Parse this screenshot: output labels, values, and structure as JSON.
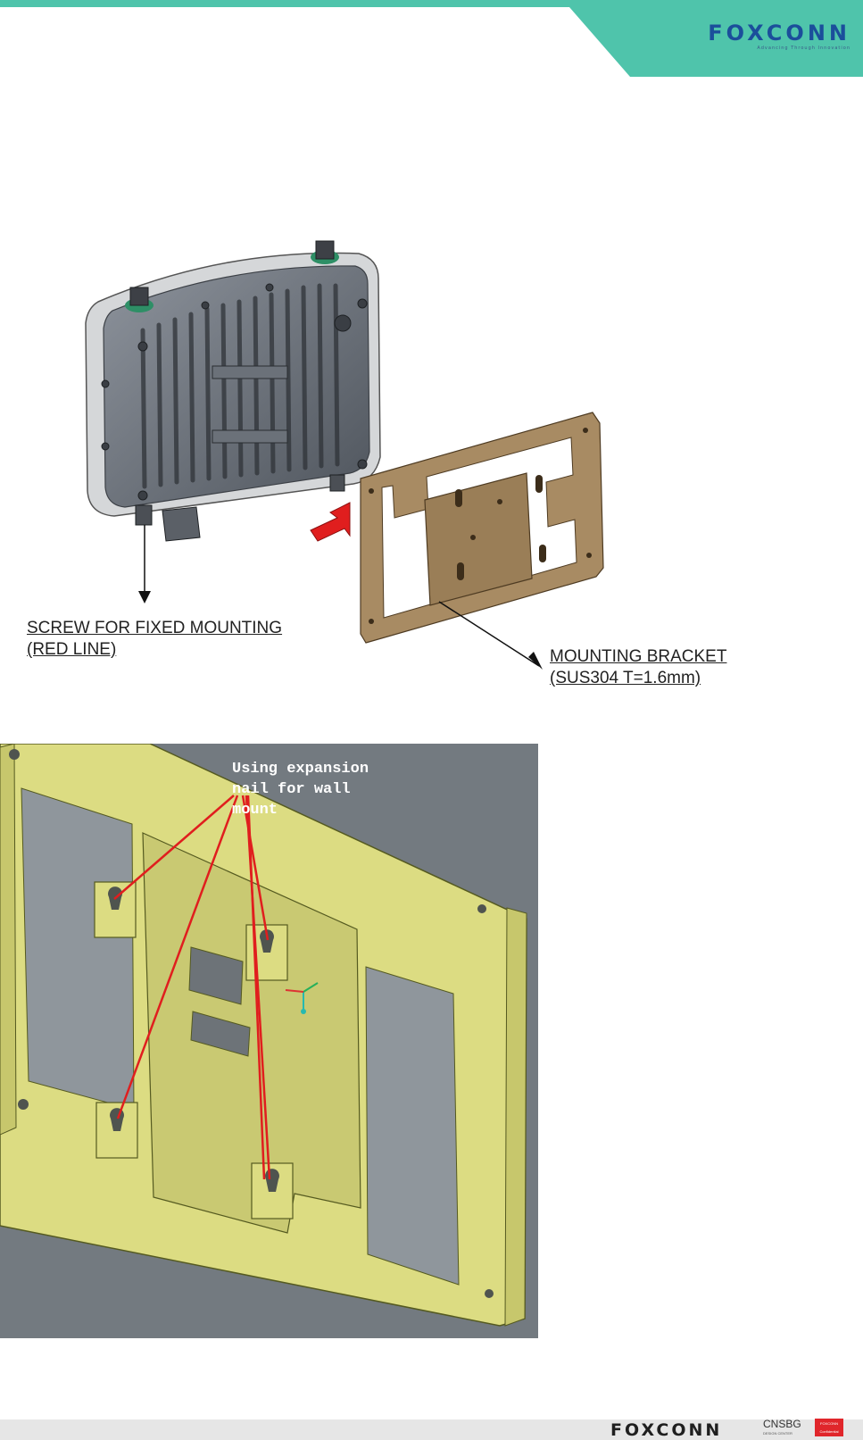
{
  "header": {
    "logo_text": "FOXCONN",
    "logo_tagline": "Advancing Through Innovation",
    "accent_color": "#4fc4ab",
    "brand_color": "#1b4e9b"
  },
  "figure_top": {
    "left_callout": {
      "line1": "SCREW FOR FIXED MOUNTING",
      "line2": "(RED LINE)"
    },
    "right_callout": {
      "line1": "MOUNTING BRACKET",
      "line2": "(SUS304 T=1.6mm)"
    },
    "bracket_color": "#a88b63",
    "arrow_color": "#e01e1e"
  },
  "figure_bottom": {
    "note": {
      "line1": "Using expansion",
      "line2": "nail for wall",
      "line3": "mount"
    },
    "bracket_color": "#dcdc82",
    "background_color": "#737a80",
    "leader_color": "#e01e1e"
  },
  "footer": {
    "logo_text": "FOXCONN",
    "unit_text": "CNSBG",
    "unit_sub": "DESIGN CENTER",
    "badge_line1": "FOXCONN",
    "badge_line2": "Confidential",
    "badge_color": "#e0262b"
  }
}
